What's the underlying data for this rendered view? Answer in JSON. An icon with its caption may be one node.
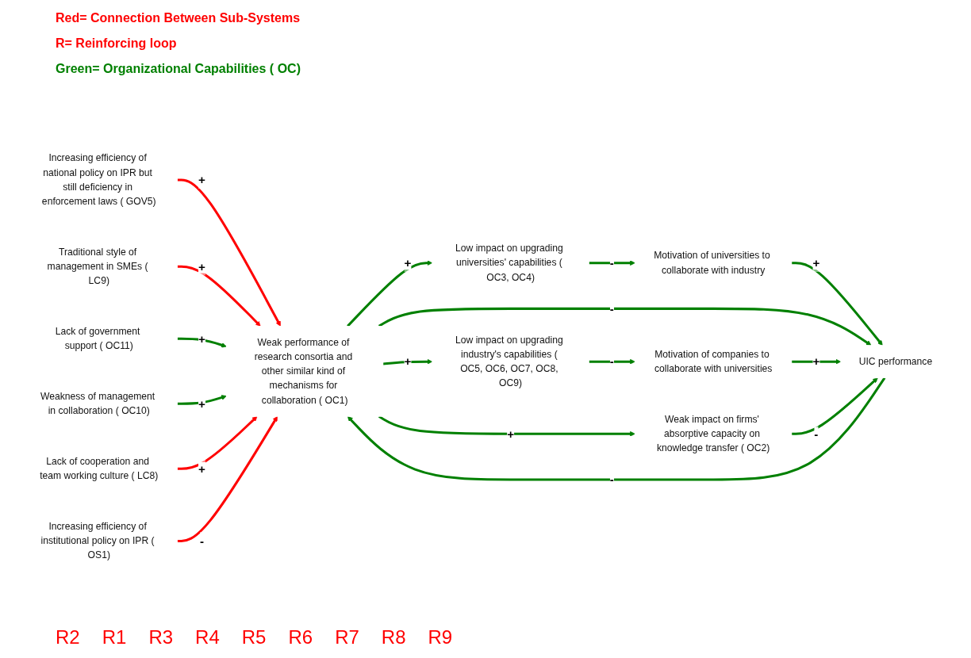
{
  "diagram": {
    "nodes": [
      {
        "text": [
          "Increasing efficiency of national policy on IPR but still deficiency in enforcement laws ( GOV5)"
        ]
      },
      {
        "text": [
          "Traditional style of management in SMEs ( LC9)"
        ]
      },
      {
        "text": [
          "Motivation of universities to collaborate with industry"
        ]
      },
      {
        "text": [
          "Low impact on upgrading universities' capabilities ( OC3, OC4)"
        ]
      },
      {
        "text": [
          "Lack of government support ( OC11)"
        ]
      },
      {
        "text": [
          "UIC performance"
        ]
      },
      {
        "text": [
          "Weak performance of research consortia and other similar kind of mechanisms for collaboration ( OC1)"
        ]
      },
      {
        "text": [
          "Motivation of companies to collaborate with universities"
        ]
      },
      {
        "text": [
          "Weakness of management in collaboration ( OC10)"
        ]
      },
      {
        "text": [
          "Low impact on upgrading industry's capabilities ( OC5, OC6, OC7, OC8, OC9)"
        ]
      },
      {
        "text": [
          "Lack of cooperation and team working culture ( LC8)"
        ]
      },
      {
        "text": [
          "Weak impact on firms' absorptive capacity on knowledge transfer ( OC2)"
        ]
      },
      {
        "text": [
          "Increasing efficiency of institutional policy on IPR ( OS1)"
        ]
      }
    ],
    "edges": [
      {
        "from": 0,
        "to": 6,
        "arrow": "to",
        "label": "+",
        "color": "#ff0000"
      },
      {
        "from": 1,
        "to": 6,
        "arrow": "to",
        "label": "+",
        "color": "#ff0000"
      },
      {
        "from": 4,
        "to": 6,
        "arrow": "to",
        "label": "+"
      },
      {
        "from": 5,
        "to": 6,
        "arrow": "to",
        "label": "-"
      },
      {
        "from": 6,
        "to": 3,
        "arrow": "to",
        "label": "+"
      },
      {
        "from": 3,
        "to": 2,
        "arrow": "to",
        "label": "-"
      },
      {
        "from": 2,
        "to": 5,
        "arrow": "to",
        "label": "+"
      },
      {
        "from": 6,
        "to": 5,
        "arrow": "to",
        "label": "-"
      },
      {
        "from": 8,
        "to": 6,
        "arrow": "to",
        "label": "+"
      },
      {
        "from": 10,
        "to": 6,
        "arrow": "to",
        "label": "+",
        "color": "#ff0000"
      },
      {
        "from": 12,
        "to": 6,
        "arrow": "to",
        "label": "-",
        "color": "#ff0000"
      },
      {
        "from": 6,
        "to": 9,
        "arrow": "to",
        "label": "+"
      },
      {
        "from": 6,
        "to": 11,
        "arrow": "to",
        "label": "+"
      },
      {
        "from": 9,
        "to": 7,
        "arrow": "to",
        "label": "-"
      },
      {
        "from": 7,
        "to": 5,
        "arrow": "to",
        "label": "+"
      },
      {
        "from": 11,
        "to": 5,
        "arrow": "to",
        "label": "-"
      }
    ],
    "labels": [
      "Red= Connection Between Sub-Systems",
      "R= Reinforcing loop",
      "Green= Organizational Capabilities ( OC)",
      "R2",
      "R1",
      "R3",
      "R4",
      "R5",
      "R6",
      "R7",
      "R8",
      "R9"
    ]
  }
}
